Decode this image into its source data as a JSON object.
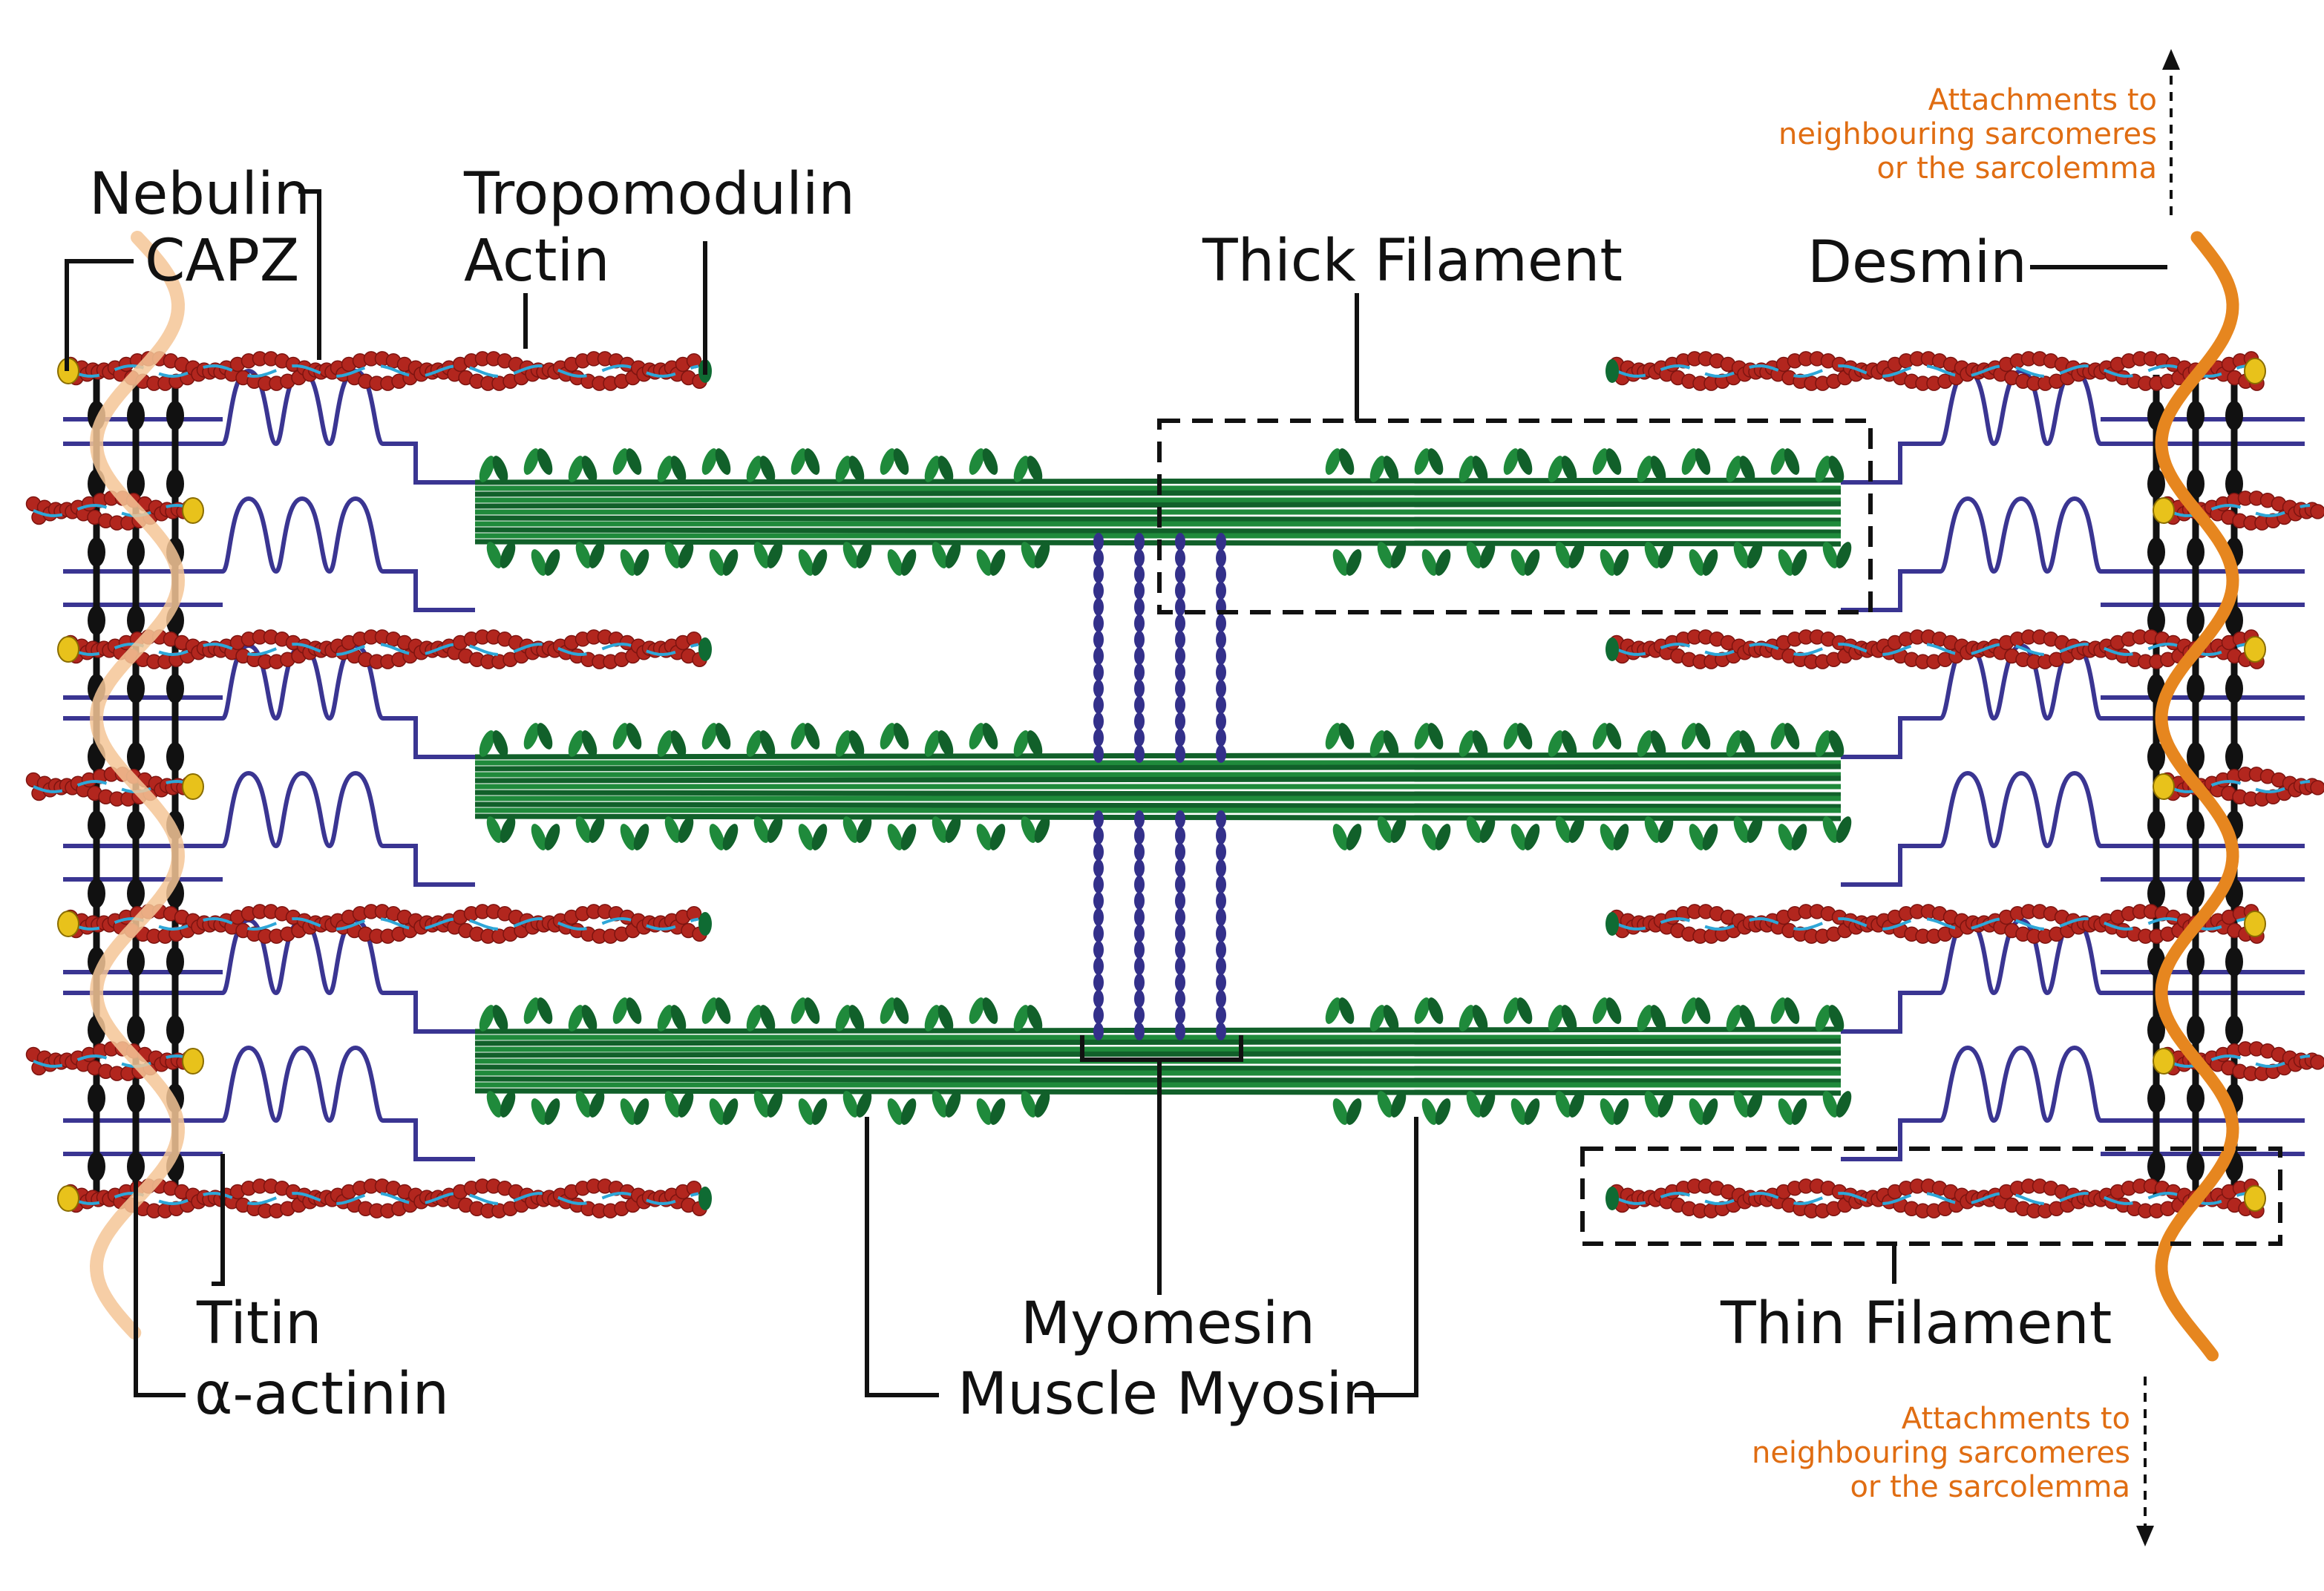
{
  "colors": {
    "actin": "#b2261e",
    "actin_dark": "#7d1410",
    "nebulin": "#2ea7d8",
    "myosin": "#1f8a3b",
    "myosin_dark": "#11602a",
    "titin": "#3a3592",
    "alpha_actinin": "#111111",
    "capz": "#e8c21b",
    "tropomodulin": "#0f6b33",
    "myomesin": "#33308a",
    "desmin": "#e6861f",
    "desmin_faded": "#f5c596",
    "annotation": "#e06d12"
  },
  "labels": {
    "nebulin": "Nebulin",
    "capz": "CAPZ",
    "tropomodulin": "Tropomodulin",
    "actin": "Actin",
    "thick_filament": "Thick Filament",
    "desmin": "Desmin",
    "titin": "Titin",
    "alpha_actinin": "α-actinin",
    "myomesin": "Myomesin",
    "muscle_myosin": "Muscle Myosin",
    "thin_filament": "Thin Filament"
  },
  "annotations": {
    "top": [
      "Attachments to",
      "neighbouring sarcomeres",
      "or the sarcolemma"
    ],
    "bottom": [
      "Attachments to",
      "neighbouring sarcomeres",
      "or the sarcolemma"
    ]
  }
}
